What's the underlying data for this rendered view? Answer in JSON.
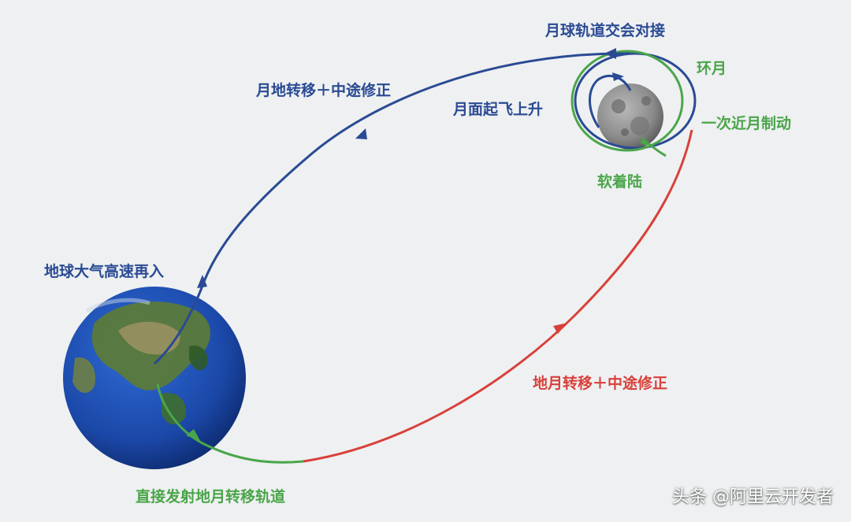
{
  "labels": {
    "lunar_orbit_docking": "月球轨道交会对接",
    "lunar_orbit": "环月",
    "moon_earth_transfer": "月地转移＋中途修正",
    "lunar_ascent": "月面起飞上升",
    "lunar_braking": "一次近月制动",
    "soft_landing": "软着陆",
    "atmospheric_reentry": "地球大气高速再入",
    "earth_moon_transfer": "地月转移＋中途修正",
    "direct_launch": "直接发射地月转移轨道"
  },
  "watermark": "头条 @阿里云开发者",
  "colors": {
    "return_path": "#2a4a94",
    "outbound_path": "#d9403a",
    "launch_and_orbit": "#4aa54a",
    "background": "#eef0f1"
  },
  "icons": {
    "earth": "earth-globe",
    "moon": "moon-sphere"
  }
}
